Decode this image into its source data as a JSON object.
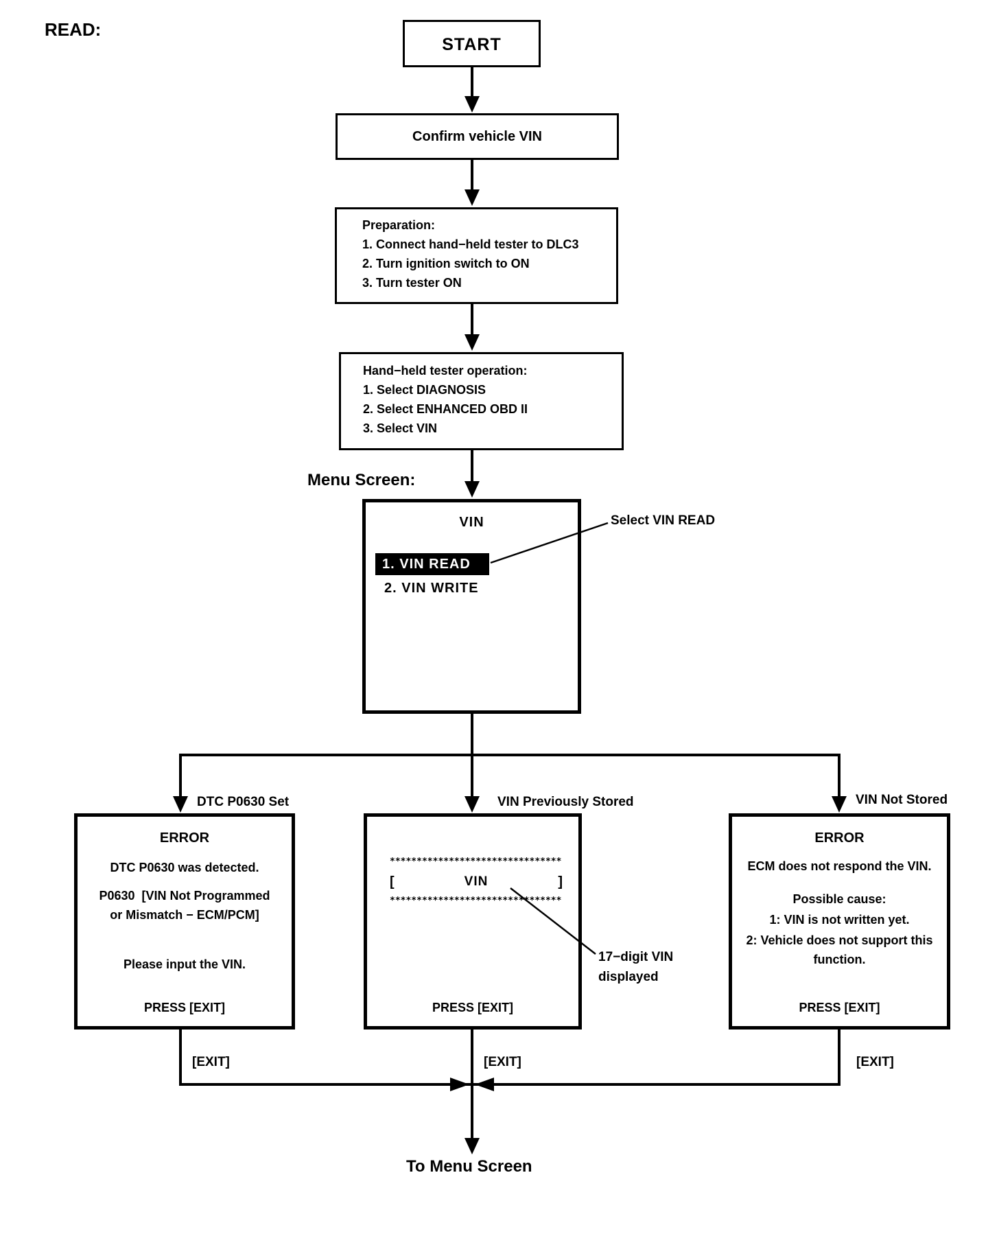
{
  "title_label": "READ:",
  "flow": {
    "start": "START",
    "confirm_vin": "Confirm vehicle VIN",
    "preparation": {
      "title": "Preparation:",
      "step1": "1. Connect hand−held tester to DLC3",
      "step2": "2. Turn ignition switch to ON",
      "step3": "3. Turn tester ON"
    },
    "tester_operation": {
      "title": "Hand−held tester operation:",
      "step1": "1. Select DIAGNOSIS",
      "step2": "2. Select ENHANCED OBD II",
      "step3": "3. Select VIN"
    }
  },
  "menu_screen": {
    "label": "Menu Screen:",
    "title": "VIN",
    "item_selected": "1. VIN READ",
    "item_second": "2. VIN WRITE",
    "callout": "Select VIN READ"
  },
  "branches": {
    "dtc_set_label": "DTC P0630 Set",
    "vin_stored_label": "VIN Previously Stored",
    "vin_not_stored_label": "VIN Not Stored"
  },
  "dtc_error_box": {
    "title": "ERROR",
    "line1": "DTC P0630 was detected.",
    "line2": "P0630  [VIN Not Programmed",
    "line3": "or Mismatch − ECM/PCM]",
    "line4": "Please input the VIN.",
    "press": "PRESS [EXIT]"
  },
  "vin_display_box": {
    "stars_top": "********************************",
    "bracket_open": "[",
    "vin_label": "VIN",
    "bracket_close": "]",
    "stars_bottom": "********************************",
    "press": "PRESS [EXIT]",
    "callout_line1": "17−digit VIN",
    "callout_line2": "displayed"
  },
  "ecm_error_box": {
    "title": "ERROR",
    "line1": "ECM does not respond the VIN.",
    "line2": "Possible cause:",
    "line3": "1: VIN is not written yet.",
    "line4": "2: Vehicle does not support this",
    "line5": "function.",
    "press": "PRESS [EXIT]"
  },
  "exits": {
    "left": "[EXIT]",
    "center": "[EXIT]",
    "right": "[EXIT]",
    "to_menu": "To Menu Screen"
  }
}
